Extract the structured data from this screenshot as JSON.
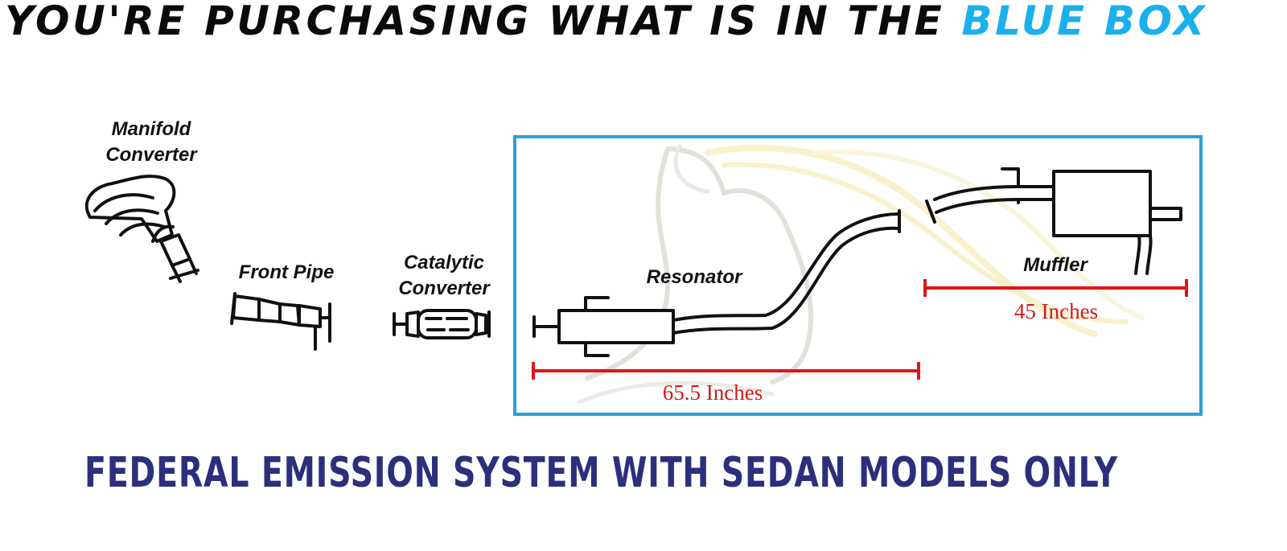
{
  "headline": {
    "prefix": "YOU'RE PURCHASING WHAT IS IN THE",
    "highlight": "BLUE BOX"
  },
  "parts": {
    "manifold": {
      "line1": "Manifold",
      "line2": "Converter"
    },
    "front_pipe": "Front Pipe",
    "catalytic": {
      "line1": "Catalytic",
      "line2": "Converter"
    },
    "resonator": "Resonator",
    "muffler": "Muffler"
  },
  "dimensions": {
    "resonator_section": "65.5 Inches",
    "muffler_section": "45 Inches"
  },
  "footer": "FEDERAL EMISSION SYSTEM WITH SEDAN MODELS ONLY",
  "colors": {
    "box_border": "#2b9fd8",
    "dimension_line": "#e01515",
    "highlight_text": "#1ab0ec",
    "footer_text": "#2b2f7c"
  },
  "icons": [
    "manifold-converter-icon",
    "front-pipe-icon",
    "catalytic-converter-icon",
    "resonator-pipe-icon",
    "muffler-pipe-icon",
    "horse-watermark-icon"
  ]
}
